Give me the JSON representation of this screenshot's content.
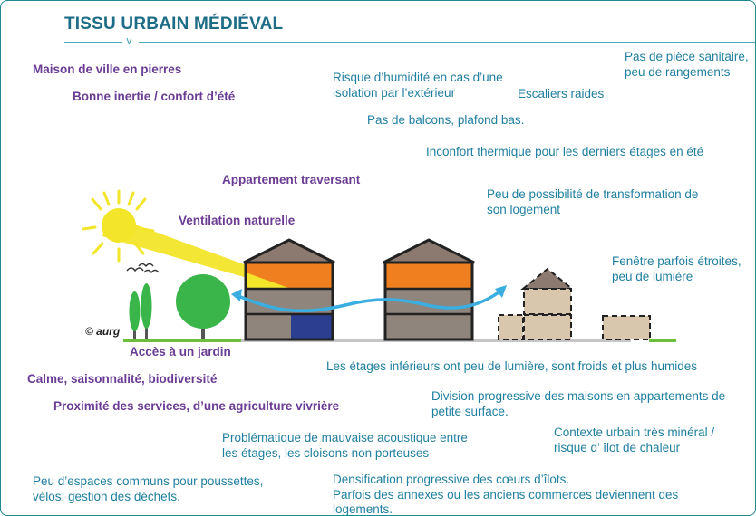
{
  "title": "TISSU URBAIN MÉDIÉVAL",
  "credit": "© aurg",
  "advantages": {
    "maison": "Maison de ville en pierres",
    "inertie": "Bonne inertie / confort d’été",
    "traversant": "Appartement traversant",
    "ventilation": "Ventilation naturelle",
    "jardin": "Accès à un jardin",
    "calme": "Calme, saisonnalité, biodiversité",
    "proximite": "Proximité des services, d’une agriculture vivrière"
  },
  "drawbacks": {
    "sanitaire": "Pas de pièce sanitaire,\npeu de rangements",
    "humidite": "Risque d’humidité en cas d’une\nisolation par l’extérieur",
    "escaliers": "Escaliers raides",
    "balcons": "Pas de balcons, plafond bas.",
    "inconfort": "Inconfort thermique pour les derniers étages en été",
    "transformation": "Peu de possibilité de transformation de\nson logement",
    "fenetre": "Fenêtre parfois étroites,\npeu de lumière",
    "etages": "Les étages inférieurs ont peu de lumière, sont froids et plus humides",
    "division": "Division progressive des maisons en appartements de\npetite surface.",
    "acoustique": "Problématique de mauvaise acoustique entre\nles étages, les cloisons non porteuses",
    "mineral": "Contexte urbain très minéral /\nrisque d’ îlot de chaleur",
    "communs": "Peu d’espaces communs pour poussettes,\nvélos, gestion des déchets.",
    "densification": "Densification progressive des cœurs d’îlots.\nParfois des annexes ou les anciens commerces deviennent des\nlogements."
  },
  "colors": {
    "title": "#1e6d86",
    "advantage_text": "#6b3c94",
    "drawback_text": "#1f7fa0",
    "sun": "#f2e52a",
    "roof": "#8c7a70",
    "orange_floor": "#f07f1f",
    "wall": "#8f857c",
    "blue_door": "#2b3e8f",
    "tree": "#3ab54a",
    "airflow": "#3aaee0",
    "ground": "#c5c5c5",
    "grass": "#6cbf3a",
    "annex": "#d8c6ad"
  }
}
